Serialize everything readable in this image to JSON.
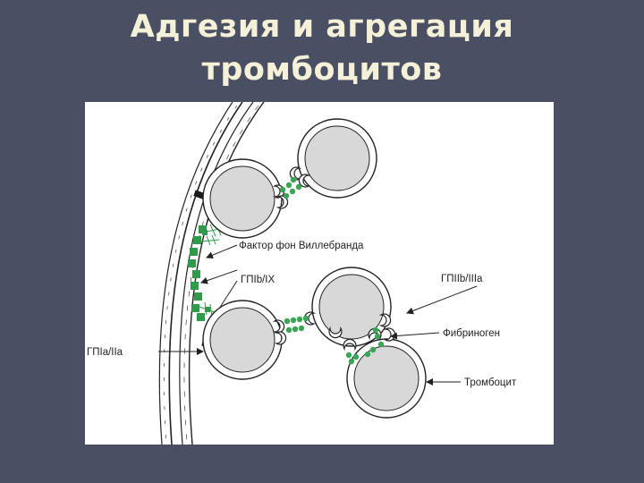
{
  "slide": {
    "title_line1": "Адгезия и агрегация",
    "title_line2": "тромбоцитов"
  },
  "diagram": {
    "labels": {
      "vwf": "Фактор фон Виллебранда",
      "gp1b": "ГПIb/IX",
      "gp2b3a": "ГПIIb/IIIa",
      "fibrinogen": "Фибриноген",
      "gp1a2a": "ГПIa/IIa",
      "platelet": "Тромбоцит"
    },
    "colors": {
      "background": "#4a4f63",
      "title": "#f4f1d8",
      "panel": "#ffffff",
      "nucleus": "#d8d8d8",
      "fibrinogen_green": "#3aa655",
      "vwf_green": "#2e9a4a",
      "receptor_black": "#1a1a1a"
    }
  }
}
